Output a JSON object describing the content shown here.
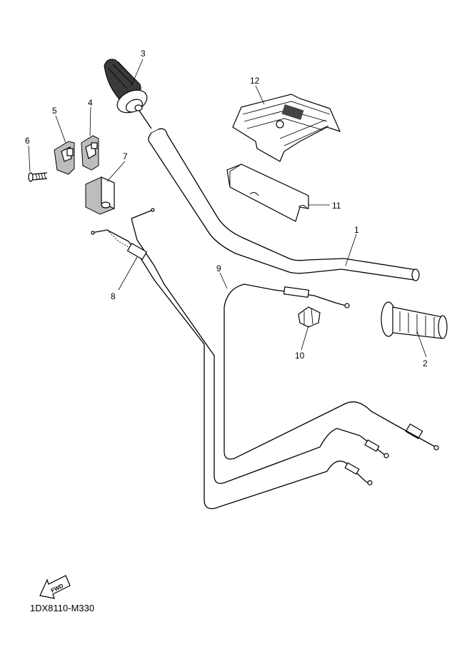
{
  "callouts": [
    "1",
    "2",
    "3",
    "4",
    "5",
    "6",
    "7",
    "8",
    "9",
    "10",
    "11",
    "12"
  ],
  "fwd_label": "FWD",
  "diagram_code": "1DX8110-M330"
}
